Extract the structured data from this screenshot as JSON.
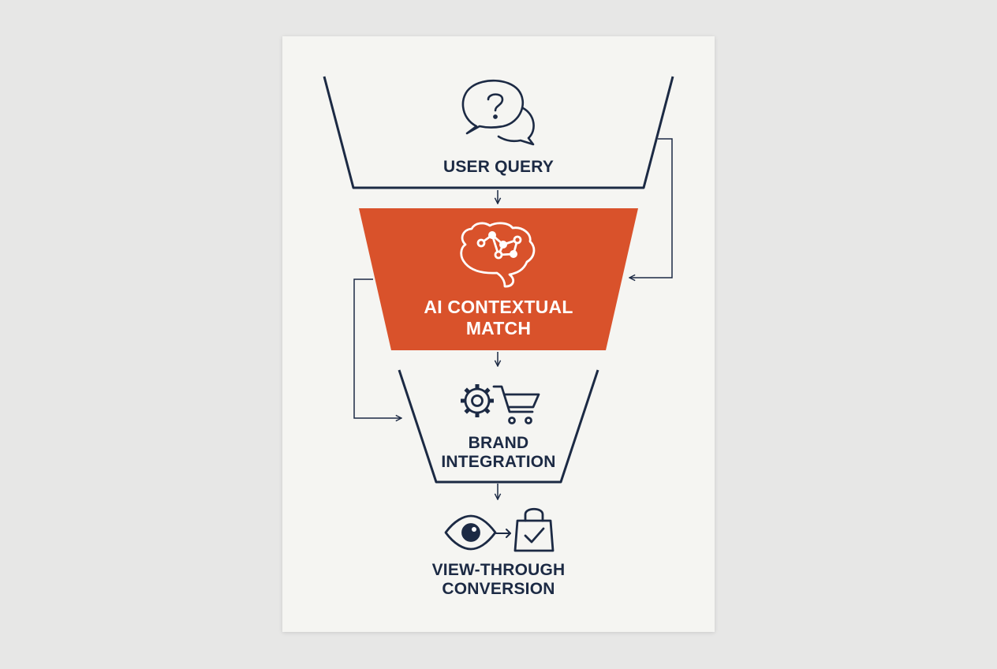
{
  "colors": {
    "background": "#e7e7e6",
    "card": "#f5f5f2",
    "navy": "#1c2a44",
    "accent": "#d9522b",
    "white": "#ffffff"
  },
  "stages": [
    {
      "label": "USER QUERY",
      "icon": "speech-bubble-question-icon"
    },
    {
      "label": "AI CONTEXTUAL\nMATCH",
      "icon": "brain-network-icon"
    },
    {
      "label": "BRAND\nINTEGRATION",
      "icon": "gear-and-shopping-cart-icon"
    },
    {
      "label": "VIEW-THROUGH\nCONVERSION",
      "icon": "eye-to-shopping-bag-icon"
    }
  ]
}
